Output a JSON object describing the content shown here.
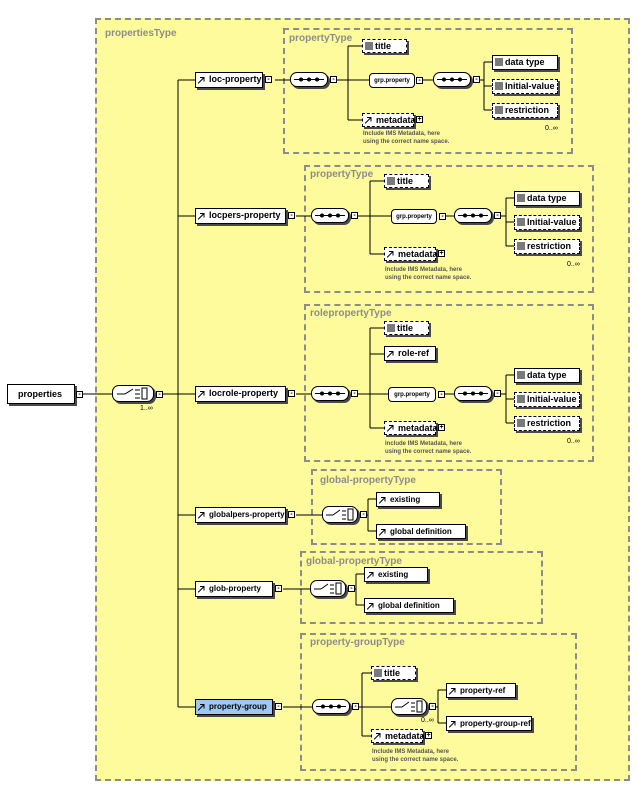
{
  "root": {
    "label": "properties",
    "cardinality": "1..∞"
  },
  "outer_title": "propertiesType",
  "branches": [
    {
      "label": "loc-property",
      "type_title": "propertyType"
    },
    {
      "label": "locpers-property",
      "type_title": "propertyType"
    },
    {
      "label": "locrole-property",
      "type_title": "rolepropertyType"
    },
    {
      "label": "globalpers-property",
      "type_title": "global-propertyType"
    },
    {
      "label": "glob-property",
      "type_title": "global-propertyType"
    },
    {
      "label": "property-group",
      "type_title": "property-groupType"
    }
  ],
  "common": {
    "title": "title",
    "metadata": "metadata",
    "grp_property": "grp.property",
    "data_type": "data type",
    "initial_value": "Initial-value",
    "restriction": "restriction",
    "restriction_card": "0..∞",
    "note_line1": "Include IMS Metadata, here",
    "note_line2": "using the correct name space.",
    "role_ref": "role-ref",
    "existing": "existing",
    "global_definition": "global definition",
    "property_ref": "property-ref",
    "property_group_ref": "property-group-ref",
    "choice_card": "0..∞"
  },
  "colors": {
    "background": "#fdfb9c",
    "selected": "#9ec8f2",
    "border": "#8c8c8c"
  }
}
